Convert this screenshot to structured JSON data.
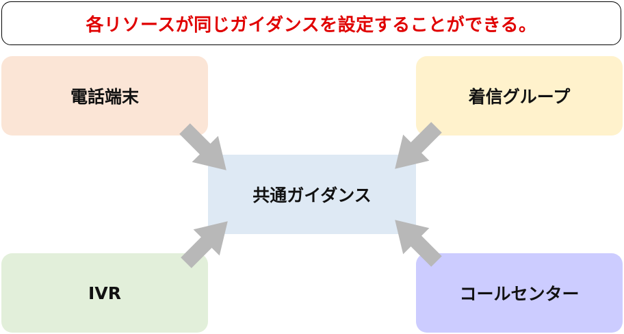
{
  "banner": {
    "text": "各リソースが同じガイダンスを設定することができる。",
    "color": "#e00000"
  },
  "nodes": {
    "phone": {
      "label": "電話端末",
      "color": "#fbe5d6"
    },
    "incoming": {
      "label": "着信グループ",
      "color": "#fff2cc"
    },
    "center": {
      "label": "共通ガイダンス",
      "color": "#dee9f4"
    },
    "ivr": {
      "label": "IVR",
      "color": "#e2efda"
    },
    "callcenter": {
      "label": "コールセンター",
      "color": "#ccccff"
    }
  },
  "arrow_color": "#b8b8b8"
}
